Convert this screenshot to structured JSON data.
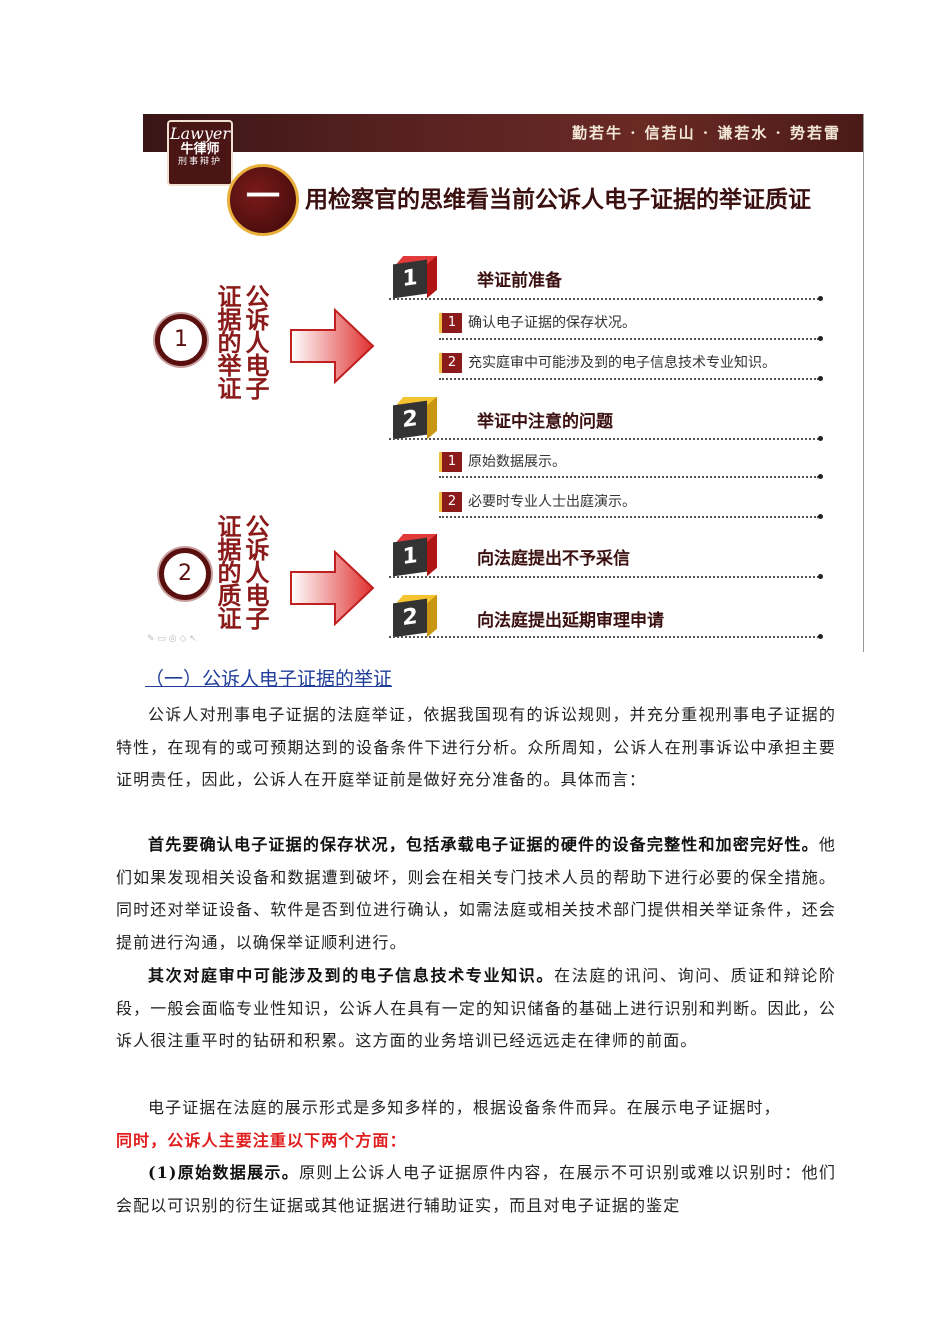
{
  "slide": {
    "motto": "勤若牛 · 信若山 · 谦若水 · 势若雷",
    "logo_mark": "Lawyer",
    "logo_name": "牛律师",
    "logo_sub": "刑事辩护",
    "title_number": "一",
    "title": "用检察官的思维看当前公诉人电子证据的举证质证",
    "section1": {
      "number": "1",
      "label": "公诉人电子证据的举证",
      "items": [
        {
          "cube": "1",
          "heading": "举证前准备",
          "subs": [
            {
              "num": "1",
              "text": "确认电子证据的保存状况。"
            },
            {
              "num": "2",
              "text": "充实庭审中可能涉及到的电子信息技术专业知识。"
            }
          ]
        },
        {
          "cube": "2",
          "heading": "举证中注意的问题",
          "subs": [
            {
              "num": "1",
              "text": "原始数据展示。"
            },
            {
              "num": "2",
              "text": "必要时专业人士出庭演示。"
            }
          ]
        }
      ]
    },
    "section2": {
      "number": "2",
      "label": "公诉人电子证据的质证",
      "items": [
        {
          "cube": "1",
          "heading": "向法庭提出不予采信"
        },
        {
          "cube": "2",
          "heading": "向法庭提出延期审理申请"
        }
      ]
    }
  },
  "doc": {
    "heading": "（一）公诉人电子证据的举证",
    "p1": "公诉人对刑事电子证据的法庭举证，依据我国现有的诉讼规则，并充分重视刑事电子证据的特性，在现有的或可预期达到的设备条件下进行分析。众所周知，公诉人在刑事诉讼中承担主要证明责任，因此，公诉人在开庭举证前是做好充分准备的。具体而言：",
    "p2_bold": "首先要确认电子证据的保存状况，包括承载电子证据的硬件的设备完整性和加密完好性。",
    "p2_rest": "他们如果发现相关设备和数据遭到破坏，则会在相关专门技术人员的帮助下进行必要的保全措施。同时还对举证设备、软件是否到位进行确认，如需法庭或相关技术部门提供相关举证条件，还会提前进行沟通，以确保举证顺利进行。",
    "p3_bold": "其次对庭审中可能涉及到的电子信息技术专业知识。",
    "p3_rest": "在法庭的讯问、询问、质证和辩论阶段，一般会面临专业性知识，公诉人在具有一定的知识储备的基础上进行识别和判断。因此，公诉人很注重平时的钻研和积累。这方面的业务培训已经远远走在律师的前面。",
    "p4": "电子证据在法庭的展示形式是多知多样的，根据设备条件而异。在展示电子证据时，",
    "p4_red": "同时，公诉人主要注重以下两个方面：",
    "p5_bold": "(1)原始数据展示。",
    "p5_rest": "原则上公诉人电子证据原件内容，在展示不可识别或难以识别时：他们会配以可识别的衍生证据或其他证据进行辅助证实，而且对电子证据的鉴定"
  }
}
